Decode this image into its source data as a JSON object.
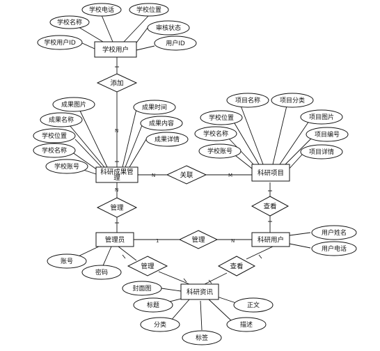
{
  "entities": {
    "school_user": "学校用户",
    "research_result": "科研成果管理",
    "research_project": "科研项目",
    "admin": "管理员",
    "research_user": "科研用户",
    "research_news": "科研资讯"
  },
  "relationships": {
    "add": "添加",
    "link": "关联",
    "manage_result": "管理",
    "view_project": "查看",
    "manage_user": "管理",
    "manage_news": "管理",
    "view_news": "查看"
  },
  "attributes": {
    "school_user": [
      "学校电话",
      "学校位置",
      "学校名称",
      "审核状态",
      "学校用户ID",
      "用户ID"
    ],
    "research_result": [
      "成果图片",
      "成果时间",
      "成果名称",
      "成果内容",
      "学校位置",
      "成果详情",
      "学校名称",
      "学校账号"
    ],
    "research_project": [
      "项目名称",
      "项目分类",
      "学校位置",
      "项目图片",
      "学校名称",
      "项目编号",
      "学校账号",
      "项目详情"
    ],
    "research_user": [
      "用户姓名",
      "用户电话"
    ],
    "admin": [
      "账号",
      "密码"
    ],
    "research_news": [
      "封面图",
      "标题",
      "正文",
      "分类",
      "描述",
      "标签"
    ]
  },
  "cardinality": {
    "link_left": "N",
    "link_right": "M",
    "add_bottom": "N",
    "manage_result_top": "N",
    "manage_user_left": "1",
    "manage_user_right": "N"
  }
}
